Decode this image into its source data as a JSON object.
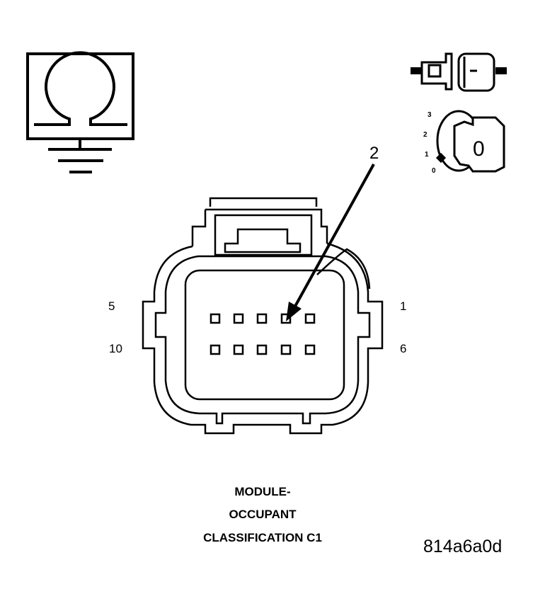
{
  "connector": {
    "pin_top_left": "5",
    "pin_bottom_left": "10",
    "pin_top_right": "1",
    "pin_bottom_right": "6",
    "callout": "2"
  },
  "ignition": {
    "scale": [
      "3",
      "2",
      "1",
      "0"
    ],
    "position": "0"
  },
  "caption": {
    "line1": "MODULE-",
    "line2": "OCCUPANT",
    "line3": "CLASSIFICATION C1"
  },
  "image_id": "814a6a0d",
  "icons": [
    "ohmmeter-ground-icon",
    "disconnected-connector-icon",
    "ignition-key-icon"
  ]
}
